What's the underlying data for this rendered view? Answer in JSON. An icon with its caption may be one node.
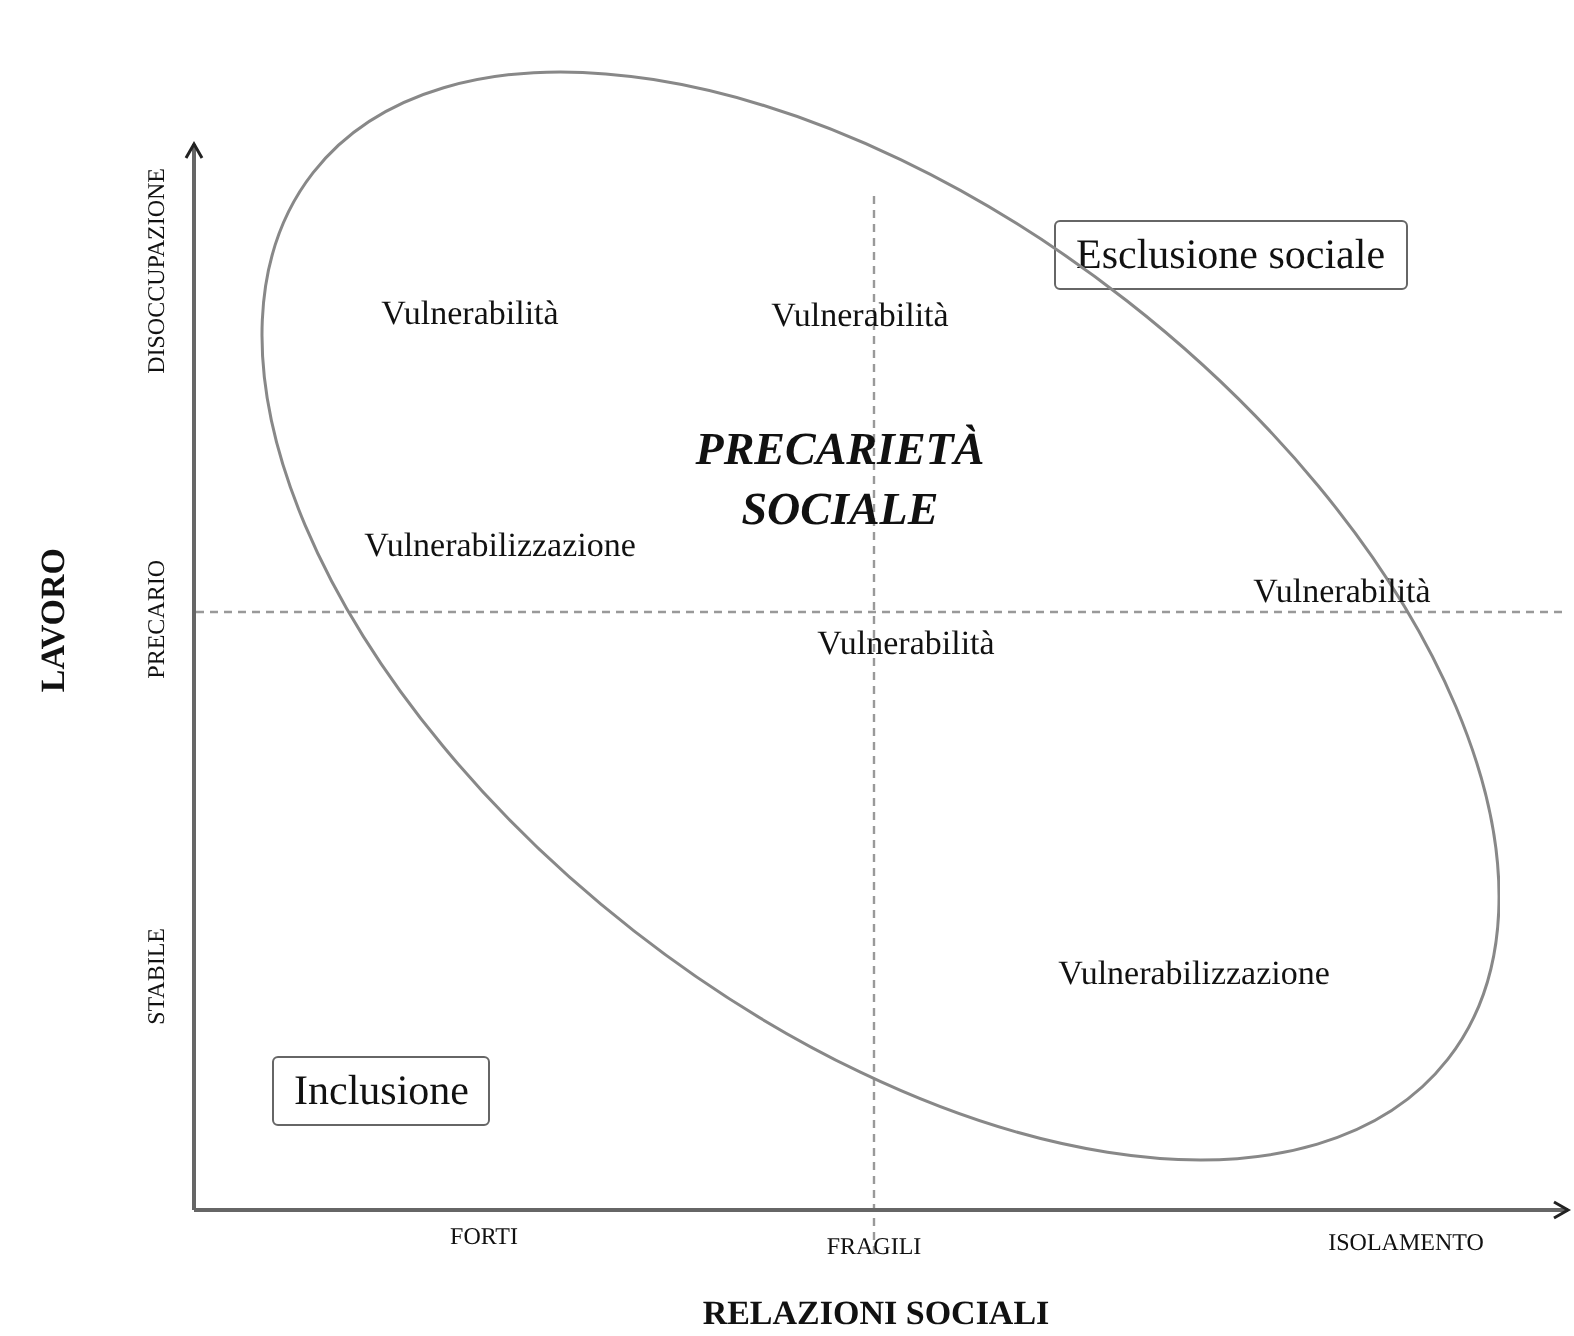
{
  "diagram": {
    "nodes": [
      {
        "text": [
          "Esclusione sociale"
        ]
      },
      {
        "text": [
          "PRECARIETÀ SOCIALE"
        ]
      },
      {
        "text": [
          "Inclusione"
        ]
      }
    ],
    "edges": [],
    "labels": [
      "DISOCCUPAZIONE",
      "Vulnerabilità",
      "Vulnerabilità",
      "Vulnerabilizzazione",
      "PRECARIO",
      "LAVORO",
      "Vulnerabilità",
      "Vulnerabilità",
      "Vulnerabilizzazione",
      "STABILE",
      "FORTI",
      "FRAGILI",
      "ISOLAMENTO",
      "RELAZIONI SOCIALI"
    ]
  }
}
